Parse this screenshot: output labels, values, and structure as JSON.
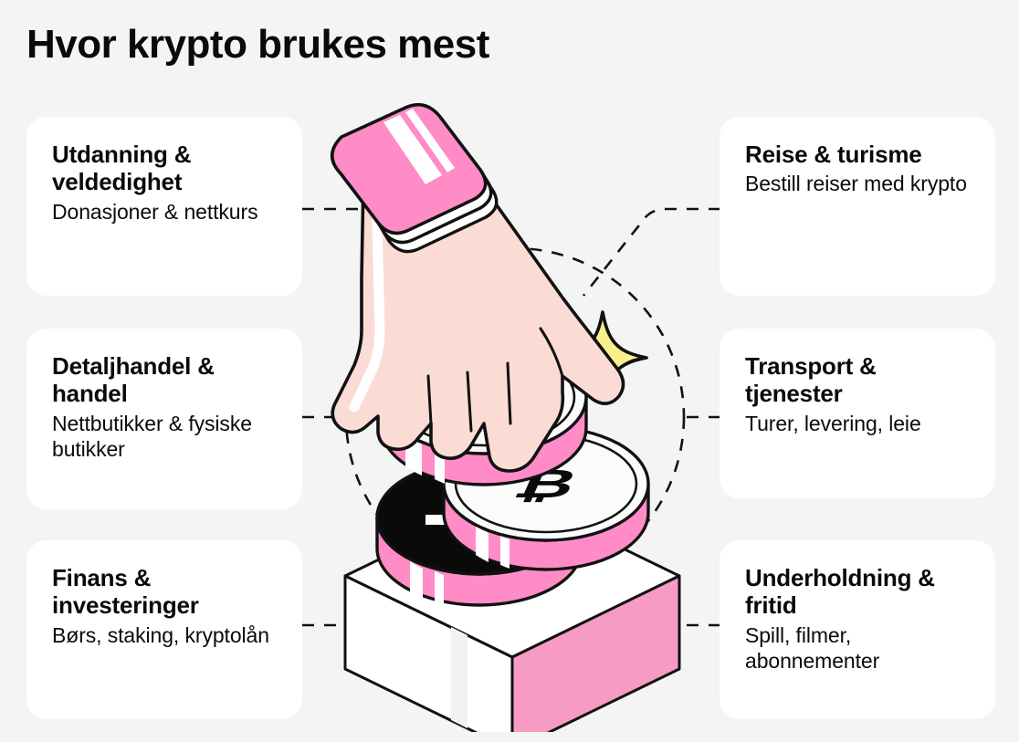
{
  "page": {
    "title": "Hvor krypto brukes mest",
    "background_color": "#f4f4f4",
    "card_color": "#ffffff",
    "text_color": "#0a0a0a",
    "accent_pink": "#f79bc4",
    "accent_hot_pink": "#ff8cc6",
    "accent_yellow": "#faf08a",
    "skin_color": "#fbdcd4",
    "outline_color": "#111111"
  },
  "cards": {
    "left": [
      {
        "title": "Utdanning & veldedighet",
        "desc": "Donasjoner & nettkurs"
      },
      {
        "title": "Detaljhandel & handel",
        "desc": "Nettbutikker & fysiske butikker"
      },
      {
        "title": "Finans & investeringer",
        "desc": "Børs, staking, kryptolån"
      }
    ],
    "right": [
      {
        "title": "Reise & turisme",
        "desc": "Bestill reiser med krypto"
      },
      {
        "title": "Transport & tjenester",
        "desc": "Turer, levering, leie"
      },
      {
        "title": "Underholdning & fritid",
        "desc": "Spill, filmer, abonnementer"
      }
    ]
  },
  "illustration": {
    "description": "hand-pressing-crypto-coins-into-box",
    "coins": [
      {
        "symbol": "ethereum",
        "glyph": "Ξ"
      },
      {
        "symbol": "bitcoin",
        "glyph": "₿"
      },
      {
        "symbol": "dark-coin",
        "glyph": ""
      }
    ],
    "sparkle": "four-point-star",
    "box": "isometric-box"
  }
}
